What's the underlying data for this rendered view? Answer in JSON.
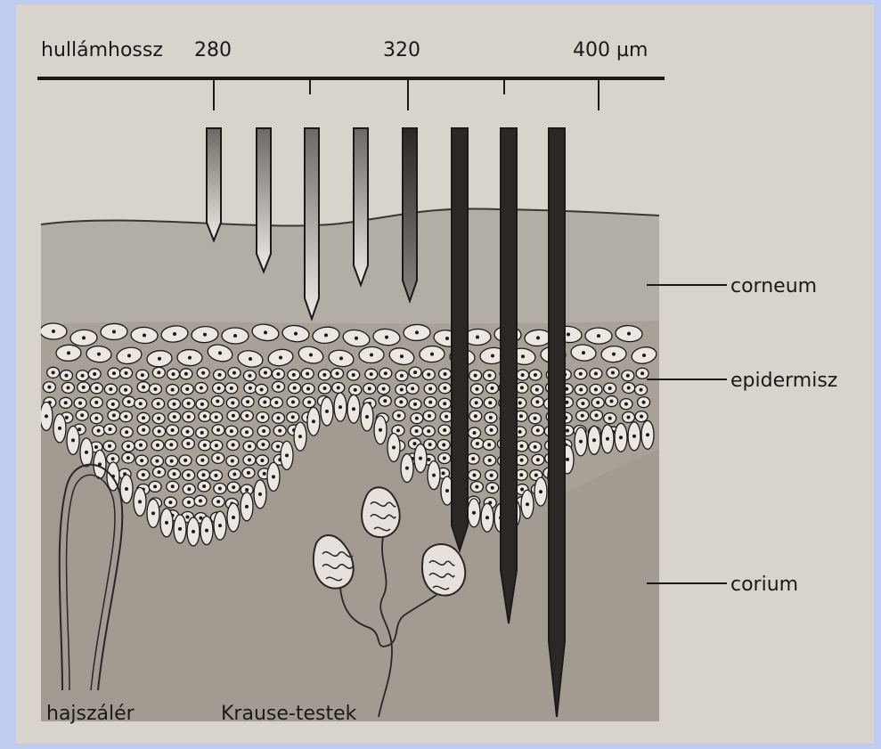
{
  "scale": {
    "label": "hullámhossz",
    "tick_labels": [
      "280",
      "320",
      "400 µm"
    ]
  },
  "layers": [
    {
      "name": "corneum",
      "label": "corneum"
    },
    {
      "name": "epidermis",
      "label": "epidermisz"
    },
    {
      "name": "corium",
      "label": "corium"
    }
  ],
  "bottom_labels": {
    "hair": "hajszálér",
    "krause": "Krause-testek"
  },
  "colors": {
    "frame": "#bfcbf0",
    "paper": "#d8d3cb",
    "corneum": "#b3aea5",
    "epidermis": "#a7a198",
    "corium": "#a19b92",
    "cell_fill": "#ece8e1",
    "ink": "#1c1a18"
  }
}
